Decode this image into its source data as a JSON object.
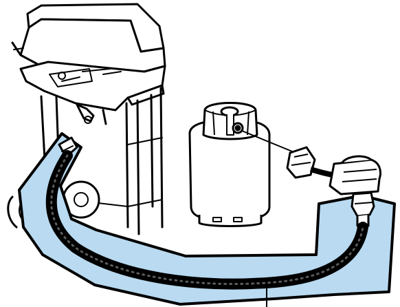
{
  "illustration": {
    "parts": [
      {
        "id": "grill",
        "icon": "gas-grill-icon"
      },
      {
        "id": "propane-tank",
        "icon": "propane-cylinder-icon"
      },
      {
        "id": "regulator",
        "icon": "pressure-regulator-icon"
      },
      {
        "id": "hose",
        "icon": "gas-hose-icon"
      }
    ],
    "colors": {
      "highlight": "#b9daf0",
      "outline": "#000000",
      "background": "#ffffff"
    }
  }
}
